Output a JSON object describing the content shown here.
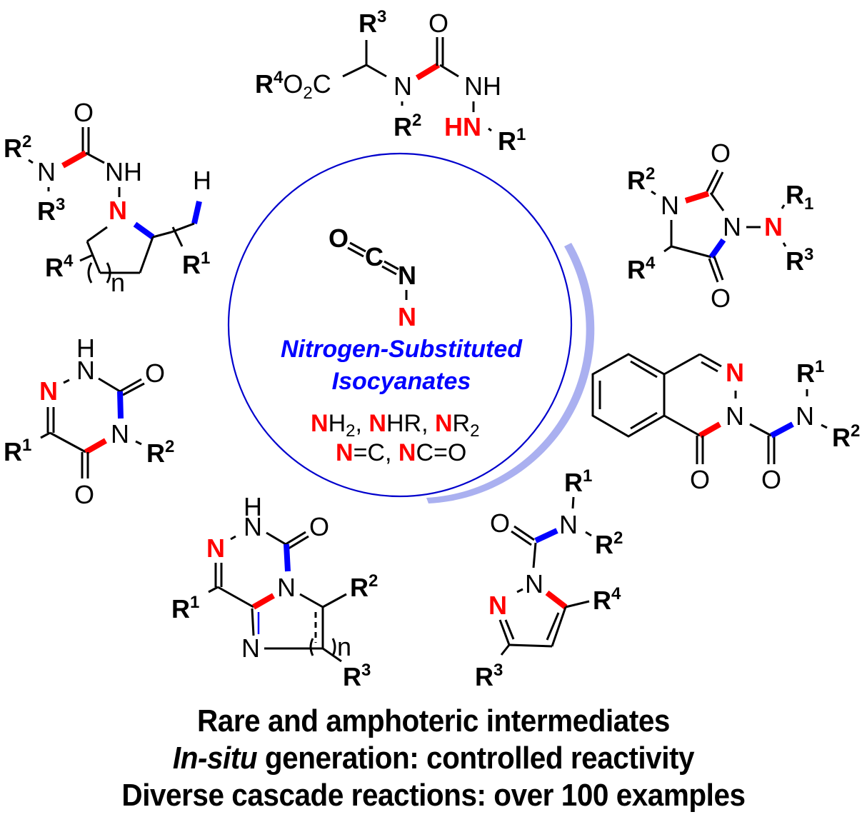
{
  "colors": {
    "highlight_red": "#ff0000",
    "highlight_blue": "#0000ff",
    "circle_stroke": "#0000cc",
    "circle_shadow": "#aab0f0"
  },
  "center": {
    "reagent": {
      "O": "O",
      "C": "C",
      "N1": "N",
      "N2": "N"
    },
    "title_line1": "Nitrogen-Substituted",
    "title_line2": "Isocyanates",
    "substituents_line1": [
      {
        "n": "N",
        "rest": "H",
        "sub": "2",
        "sep": ","
      },
      {
        "n": "N",
        "rest": "HR",
        "sub": "",
        "sep": ","
      },
      {
        "n": "N",
        "rest": "R",
        "sub": "2",
        "sep": ""
      }
    ],
    "substituents_line2": [
      {
        "n": "N",
        "rest": "=C",
        "sep": ","
      },
      {
        "n": "N",
        "rest": "C=O",
        "sep": ""
      }
    ]
  },
  "structures": {
    "top_semicarbazide": {
      "R3": "R",
      "R3_sup": "3",
      "R4": "R",
      "R4_sup": "4",
      "O2C": "O",
      "O2C_sub": "2",
      "O2C_c": "C",
      "N": "N",
      "R2": "R",
      "R2_sup": "2",
      "O": "O",
      "NH": "NH",
      "HN": "HN",
      "R1": "R",
      "R1_sup": "1"
    },
    "left_top_pyrrolidine": {
      "R2": "R",
      "R2_sup": "2",
      "N": "N",
      "R3": "R",
      "R3_sup": "3",
      "O": "O",
      "NH": "NH",
      "Nring": "N",
      "H": "H",
      "R4": "R",
      "R4_sup": "4",
      "n": "n",
      "R1": "R",
      "R1_sup": "1"
    },
    "right_top_hydantoin": {
      "R2": "R",
      "R2_sup": "2",
      "N1": "N",
      "O_top": "O",
      "N3": "N",
      "Nexo": "N",
      "R1": "R",
      "R1_sub": "1",
      "R3": "R",
      "R3_sup": "3",
      "R4": "R",
      "R4_sup": "4",
      "O_bottom": "O"
    },
    "left_triazinedione": {
      "H": "H",
      "NH": "N",
      "Nred": "N",
      "O_right": "O",
      "N4": "N",
      "R2": "R",
      "R2_sup": "2",
      "R1": "R",
      "R1_sup": "1",
      "O_bottom": "O"
    },
    "right_phthalazinone": {
      "Nred": "N",
      "N2": "N",
      "R1": "R",
      "R1_sup": "1",
      "Namide": "N",
      "R2": "R",
      "R2_sup": "2",
      "O1": "O",
      "O2": "O"
    },
    "bottom_left_bicyclic": {
      "H": "H",
      "NH": "N",
      "O": "O",
      "Nred": "N",
      "R1": "R",
      "R1_sup": "1",
      "Nbridge": "N",
      "R2": "R",
      "R2_sup": "2",
      "Nimine": "N",
      "n": "n",
      "R3": "R",
      "R3_sup": "3"
    },
    "bottom_right_pyrazole": {
      "R1": "R",
      "R1_sup": "1",
      "O": "O",
      "Namide": "N",
      "R2": "R",
      "R2_sup": "2",
      "N1": "N",
      "Nred": "N",
      "R4": "R",
      "R4_sup": "4",
      "R3": "R",
      "R3_sup": "3"
    }
  },
  "captions": {
    "line1": "Rare and amphoteric intermediates",
    "line2_italic": "In-situ",
    "line2_rest": " generation: controlled reactivity",
    "line3": "Diverse cascade reactions: over 100 examples"
  }
}
